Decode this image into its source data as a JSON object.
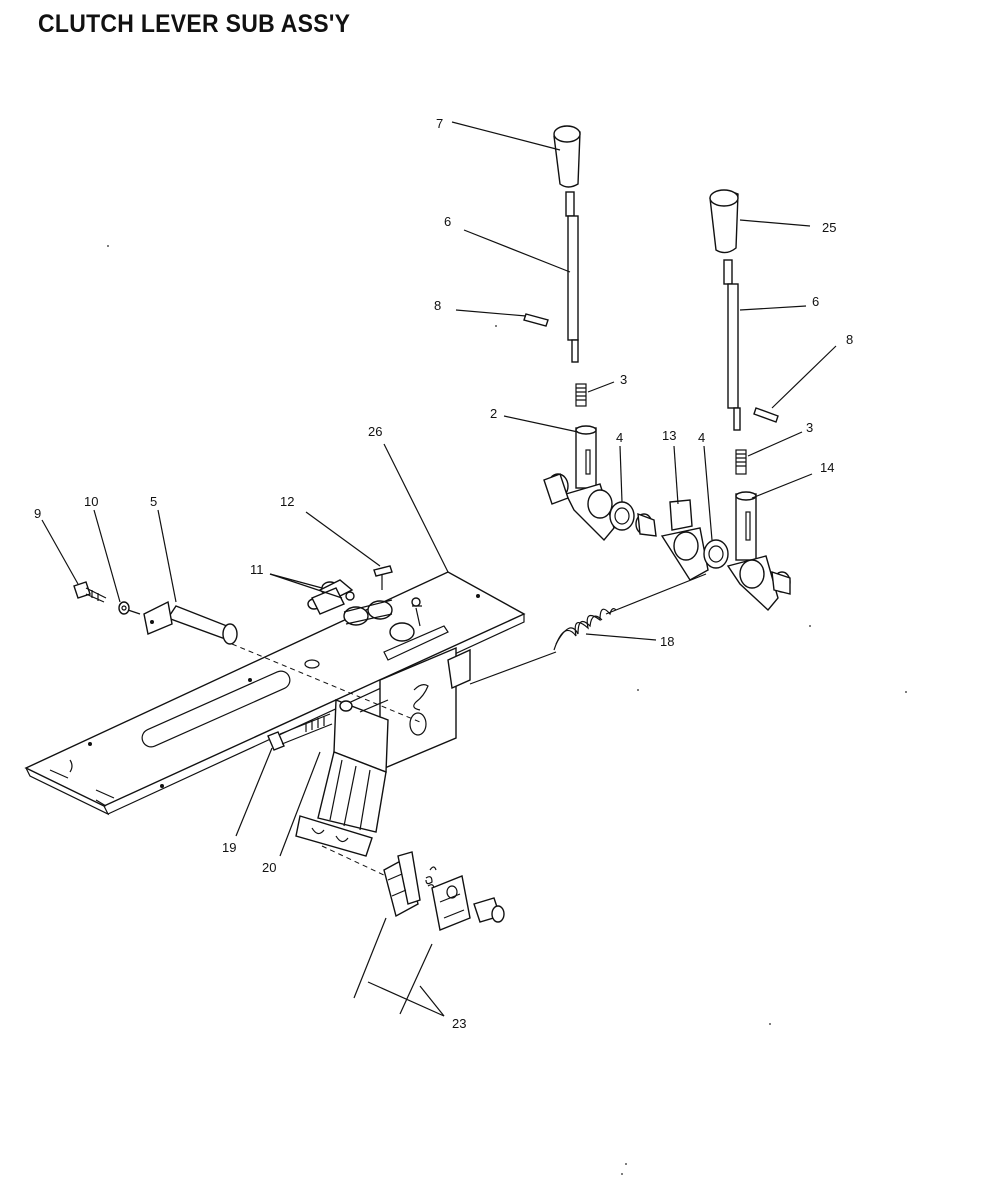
{
  "title": "CLUTCH LEVER SUB ASS'Y",
  "callouts": {
    "c7": "7",
    "c6a": "6",
    "c8a": "8",
    "c3a": "3",
    "c2": "2",
    "c4a": "4",
    "c13": "13",
    "c4b": "4",
    "c25": "25",
    "c6b": "6",
    "c8b": "8",
    "c3b": "3",
    "c14": "14",
    "c26": "26",
    "c9": "9",
    "c10": "10",
    "c5": "5",
    "c12": "12",
    "c11": "11",
    "c18": "18",
    "c19": "19",
    "c20": "20",
    "c23": "23"
  }
}
